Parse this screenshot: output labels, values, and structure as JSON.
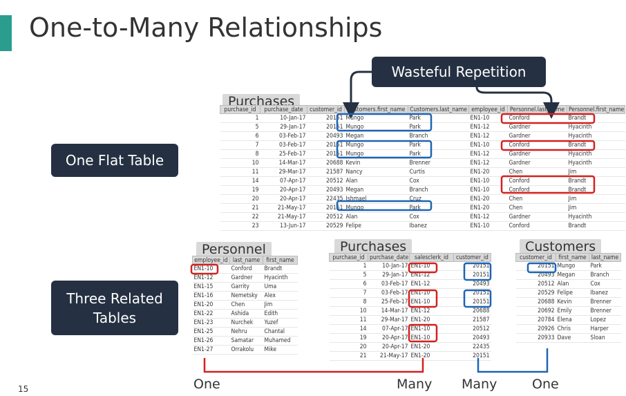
{
  "slide": {
    "title": "One-to-Many Relationships",
    "page_number": "15"
  },
  "callouts": {
    "flat": "One Flat Table",
    "related": "Three Related Tables",
    "waste": "Wasteful Repetition"
  },
  "flat_table": {
    "tab": "Purchases",
    "columns": [
      "purchase_id",
      "purchase_date",
      "customer_id",
      "Customers.first_name",
      "Customers.last_name",
      "employee_id",
      "Personnel.last_name",
      "Personnel.first_name"
    ],
    "rows": [
      [
        "1",
        "10-Jan-17",
        "20151",
        "Mungo",
        "Park",
        "EN1-10",
        "Conford",
        "Brandt"
      ],
      [
        "5",
        "29-Jan-17",
        "20151",
        "Mungo",
        "Park",
        "EN1-12",
        "Gardner",
        "Hyacinth"
      ],
      [
        "6",
        "03-Feb-17",
        "20493",
        "Megan",
        "Branch",
        "EN1-12",
        "Gardner",
        "Hyacinth"
      ],
      [
        "7",
        "03-Feb-17",
        "20151",
        "Mungo",
        "Park",
        "EN1-10",
        "Conford",
        "Brandt"
      ],
      [
        "8",
        "25-Feb-17",
        "20151",
        "Mungo",
        "Park",
        "EN1-12",
        "Gardner",
        "Hyacinth"
      ],
      [
        "10",
        "14-Mar-17",
        "20688",
        "Kevin",
        "Brenner",
        "EN1-12",
        "Gardner",
        "Hyacinth"
      ],
      [
        "11",
        "29-Mar-17",
        "21587",
        "Nancy",
        "Curtis",
        "EN1-20",
        "Chen",
        "Jim"
      ],
      [
        "14",
        "07-Apr-17",
        "20512",
        "Alan",
        "Cox",
        "EN1-10",
        "Conford",
        "Brandt"
      ],
      [
        "19",
        "20-Apr-17",
        "20493",
        "Megan",
        "Branch",
        "EN1-10",
        "Conford",
        "Brandt"
      ],
      [
        "20",
        "20-Apr-17",
        "22435",
        "Ishmael",
        "Cruz",
        "EN1-20",
        "Chen",
        "Jim"
      ],
      [
        "21",
        "21-May-17",
        "20151",
        "Mungo",
        "Park",
        "EN1-20",
        "Chen",
        "Jim"
      ],
      [
        "22",
        "21-May-17",
        "20512",
        "Alan",
        "Cox",
        "EN1-12",
        "Gardner",
        "Hyacinth"
      ],
      [
        "23",
        "13-Jun-17",
        "20529",
        "Felipe",
        "Ibanez",
        "EN1-10",
        "Conford",
        "Brandt"
      ]
    ]
  },
  "personnel_table": {
    "tab": "Personnel",
    "columns": [
      "employee_id",
      "last_name",
      "first_name"
    ],
    "rows": [
      [
        "EN1-10",
        "Conford",
        "Brandt"
      ],
      [
        "EN1-12",
        "Gardner",
        "Hyacinth"
      ],
      [
        "EN1-15",
        "Garrity",
        "Uma"
      ],
      [
        "EN1-16",
        "Nemetsky",
        "Alex"
      ],
      [
        "EN1-20",
        "Chen",
        "Jim"
      ],
      [
        "EN1-22",
        "Ashida",
        "Edith"
      ],
      [
        "EN1-23",
        "Nurchek",
        "Yuzef"
      ],
      [
        "EN1-25",
        "Nehru",
        "Chantal"
      ],
      [
        "EN1-26",
        "Samatar",
        "Muhamed"
      ],
      [
        "EN1-27",
        "Orrakolu",
        "Mike"
      ]
    ]
  },
  "purchases_table": {
    "tab": "Purchases",
    "columns": [
      "purchase_id",
      "purchase_date",
      "salesclerk_id",
      "customer_id"
    ],
    "rows": [
      [
        "1",
        "10-Jan-17",
        "EN1-10",
        "20151"
      ],
      [
        "5",
        "29-Jan-17",
        "EN1-12",
        "20151"
      ],
      [
        "6",
        "03-Feb-17",
        "EN1-12",
        "20493"
      ],
      [
        "7",
        "03-Feb-17",
        "EN1-10",
        "20151"
      ],
      [
        "8",
        "25-Feb-17",
        "EN1-10",
        "20151"
      ],
      [
        "10",
        "14-Mar-17",
        "EN1-12",
        "20688"
      ],
      [
        "11",
        "29-Mar-17",
        "EN1-20",
        "21587"
      ],
      [
        "14",
        "07-Apr-17",
        "EN1-10",
        "20512"
      ],
      [
        "19",
        "20-Apr-17",
        "EN1-10",
        "20493"
      ],
      [
        "20",
        "20-Apr-17",
        "EN1-20",
        "22435"
      ],
      [
        "21",
        "21-May-17",
        "EN1-20",
        "20151"
      ]
    ]
  },
  "customers_table": {
    "tab": "Customers",
    "columns": [
      "customer_id",
      "first_name",
      "last_name"
    ],
    "rows": [
      [
        "20151",
        "Mungo",
        "Park"
      ],
      [
        "20493",
        "Megan",
        "Branch"
      ],
      [
        "20512",
        "Alan",
        "Cox"
      ],
      [
        "20529",
        "Felipe",
        "Ibanez"
      ],
      [
        "20688",
        "Kevin",
        "Brenner"
      ],
      [
        "20692",
        "Emily",
        "Brenner"
      ],
      [
        "20784",
        "Elena",
        "Lopez"
      ],
      [
        "20926",
        "Chris",
        "Harper"
      ],
      [
        "20933",
        "Dave",
        "Sloan"
      ]
    ]
  },
  "captions": {
    "one_left": "One",
    "many_left": "Many",
    "many_right": "Many",
    "one_right": "One"
  },
  "colors": {
    "red": "#d32020",
    "blue": "#1e64b4",
    "callout_bg": "#253142",
    "accent": "#2a9d8f"
  }
}
